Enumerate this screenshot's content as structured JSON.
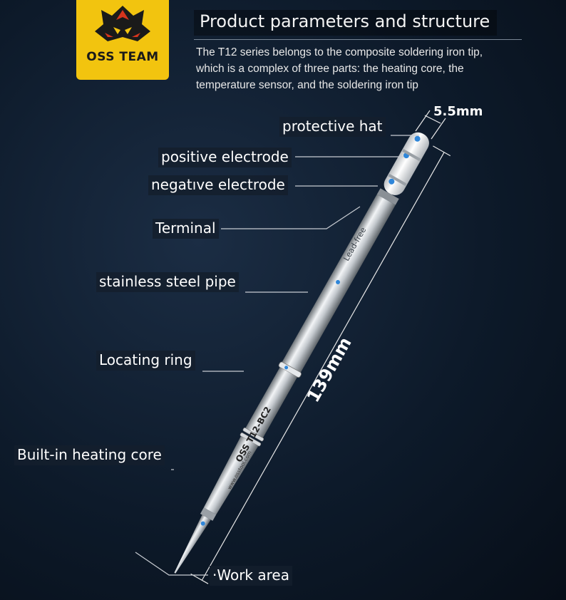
{
  "logo": {
    "text": "OSS TEAM",
    "icon": "tiger-head-icon",
    "color": "#f2c40f"
  },
  "header": {
    "title": "Product parameters and structure",
    "description": "The T12 series belongs to the composite soldering iron tip, which is a complex of three parts: the heating core, the temperature sensor, and the soldering iron tip"
  },
  "dimensions": {
    "diameter": "5.5mm",
    "length": "139mm"
  },
  "tip_markings": {
    "text1": "OSS T12-BC2",
    "text2": "Lead-free",
    "text3": "www.osstool.com"
  },
  "labels": [
    {
      "id": "protective-hat",
      "text": "protective hat"
    },
    {
      "id": "positive-electrode",
      "text": "positive electrode"
    },
    {
      "id": "negative-electrode",
      "text": "negatıve electrode"
    },
    {
      "id": "terminal",
      "text": "Terminal"
    },
    {
      "id": "stainless-steel-pipe",
      "text": "stainless steel pipe"
    },
    {
      "id": "locating-ring",
      "text": "Locating ring"
    },
    {
      "id": "heating-core",
      "text": "Built-in heating core"
    },
    {
      "id": "work-area",
      "text": "·Work area"
    }
  ],
  "colors": {
    "background": "#0d1a2a",
    "accent": "#2f86d9",
    "steel": "#c9ced4"
  }
}
